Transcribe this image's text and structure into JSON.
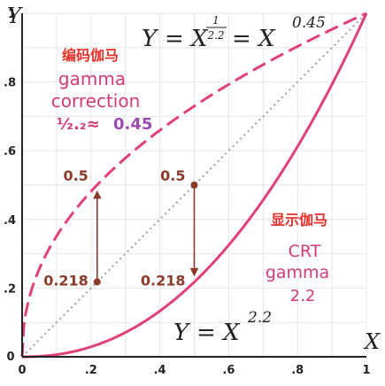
{
  "chart_data": {
    "type": "line",
    "title": "",
    "xlabel": "X",
    "ylabel": "Y",
    "xlim": [
      0,
      1
    ],
    "ylim": [
      0,
      1
    ],
    "grid": true,
    "x_ticks": [
      "0",
      ".2",
      ".4",
      ".6",
      ".8",
      "1"
    ],
    "y_ticks": [
      "0",
      ".2",
      ".4",
      ".6",
      ".8",
      "1"
    ],
    "series": [
      {
        "key": "encode",
        "exponent": 0.4545,
        "color": "#e0407a",
        "style": "dashed"
      },
      {
        "key": "identity",
        "exponent": 1.0,
        "color": "#9e9e9e",
        "style": "dotted"
      },
      {
        "key": "decode",
        "exponent": 2.2,
        "color": "#e0407a",
        "style": "solid"
      }
    ],
    "formulas": {
      "top": {
        "y": "Y",
        "eq": "=",
        "x": "X",
        "num": "1",
        "den": "2.2",
        "eq2": "=",
        "x2": "X",
        "exp": "0.45"
      },
      "bottom": {
        "y": "Y",
        "eq": "=",
        "x": "X",
        "exp": "2.2"
      }
    },
    "labels": {
      "encode_cn": "编码伽马",
      "encode_line1": "gamma",
      "encode_line2": "correction",
      "encode_frac": "⅟₂.₂≈",
      "encode_value": "0.45",
      "decode_cn": "显示伽马",
      "decode_line1": "CRT",
      "decode_line2": "gamma",
      "decode_line3": "2.2"
    },
    "annotations": [
      {
        "x": 0.218,
        "y_from": 0.218,
        "y_to": 0.5,
        "direction": "up",
        "top_label": "0.5",
        "bottom_label": "0.218"
      },
      {
        "x": 0.5,
        "y_from": 0.5,
        "y_to": 0.218,
        "direction": "down",
        "top_label": "0.5",
        "bottom_label": "0.218"
      }
    ],
    "colors": {
      "curve": "#e0407a",
      "identity": "#9e9e9e",
      "arrow": "#8b3a2a",
      "encode_value": "#9b4ab0",
      "label_red": "#e8302a",
      "label_pink": "#d23a78",
      "grid": "#e6e6e6"
    }
  }
}
